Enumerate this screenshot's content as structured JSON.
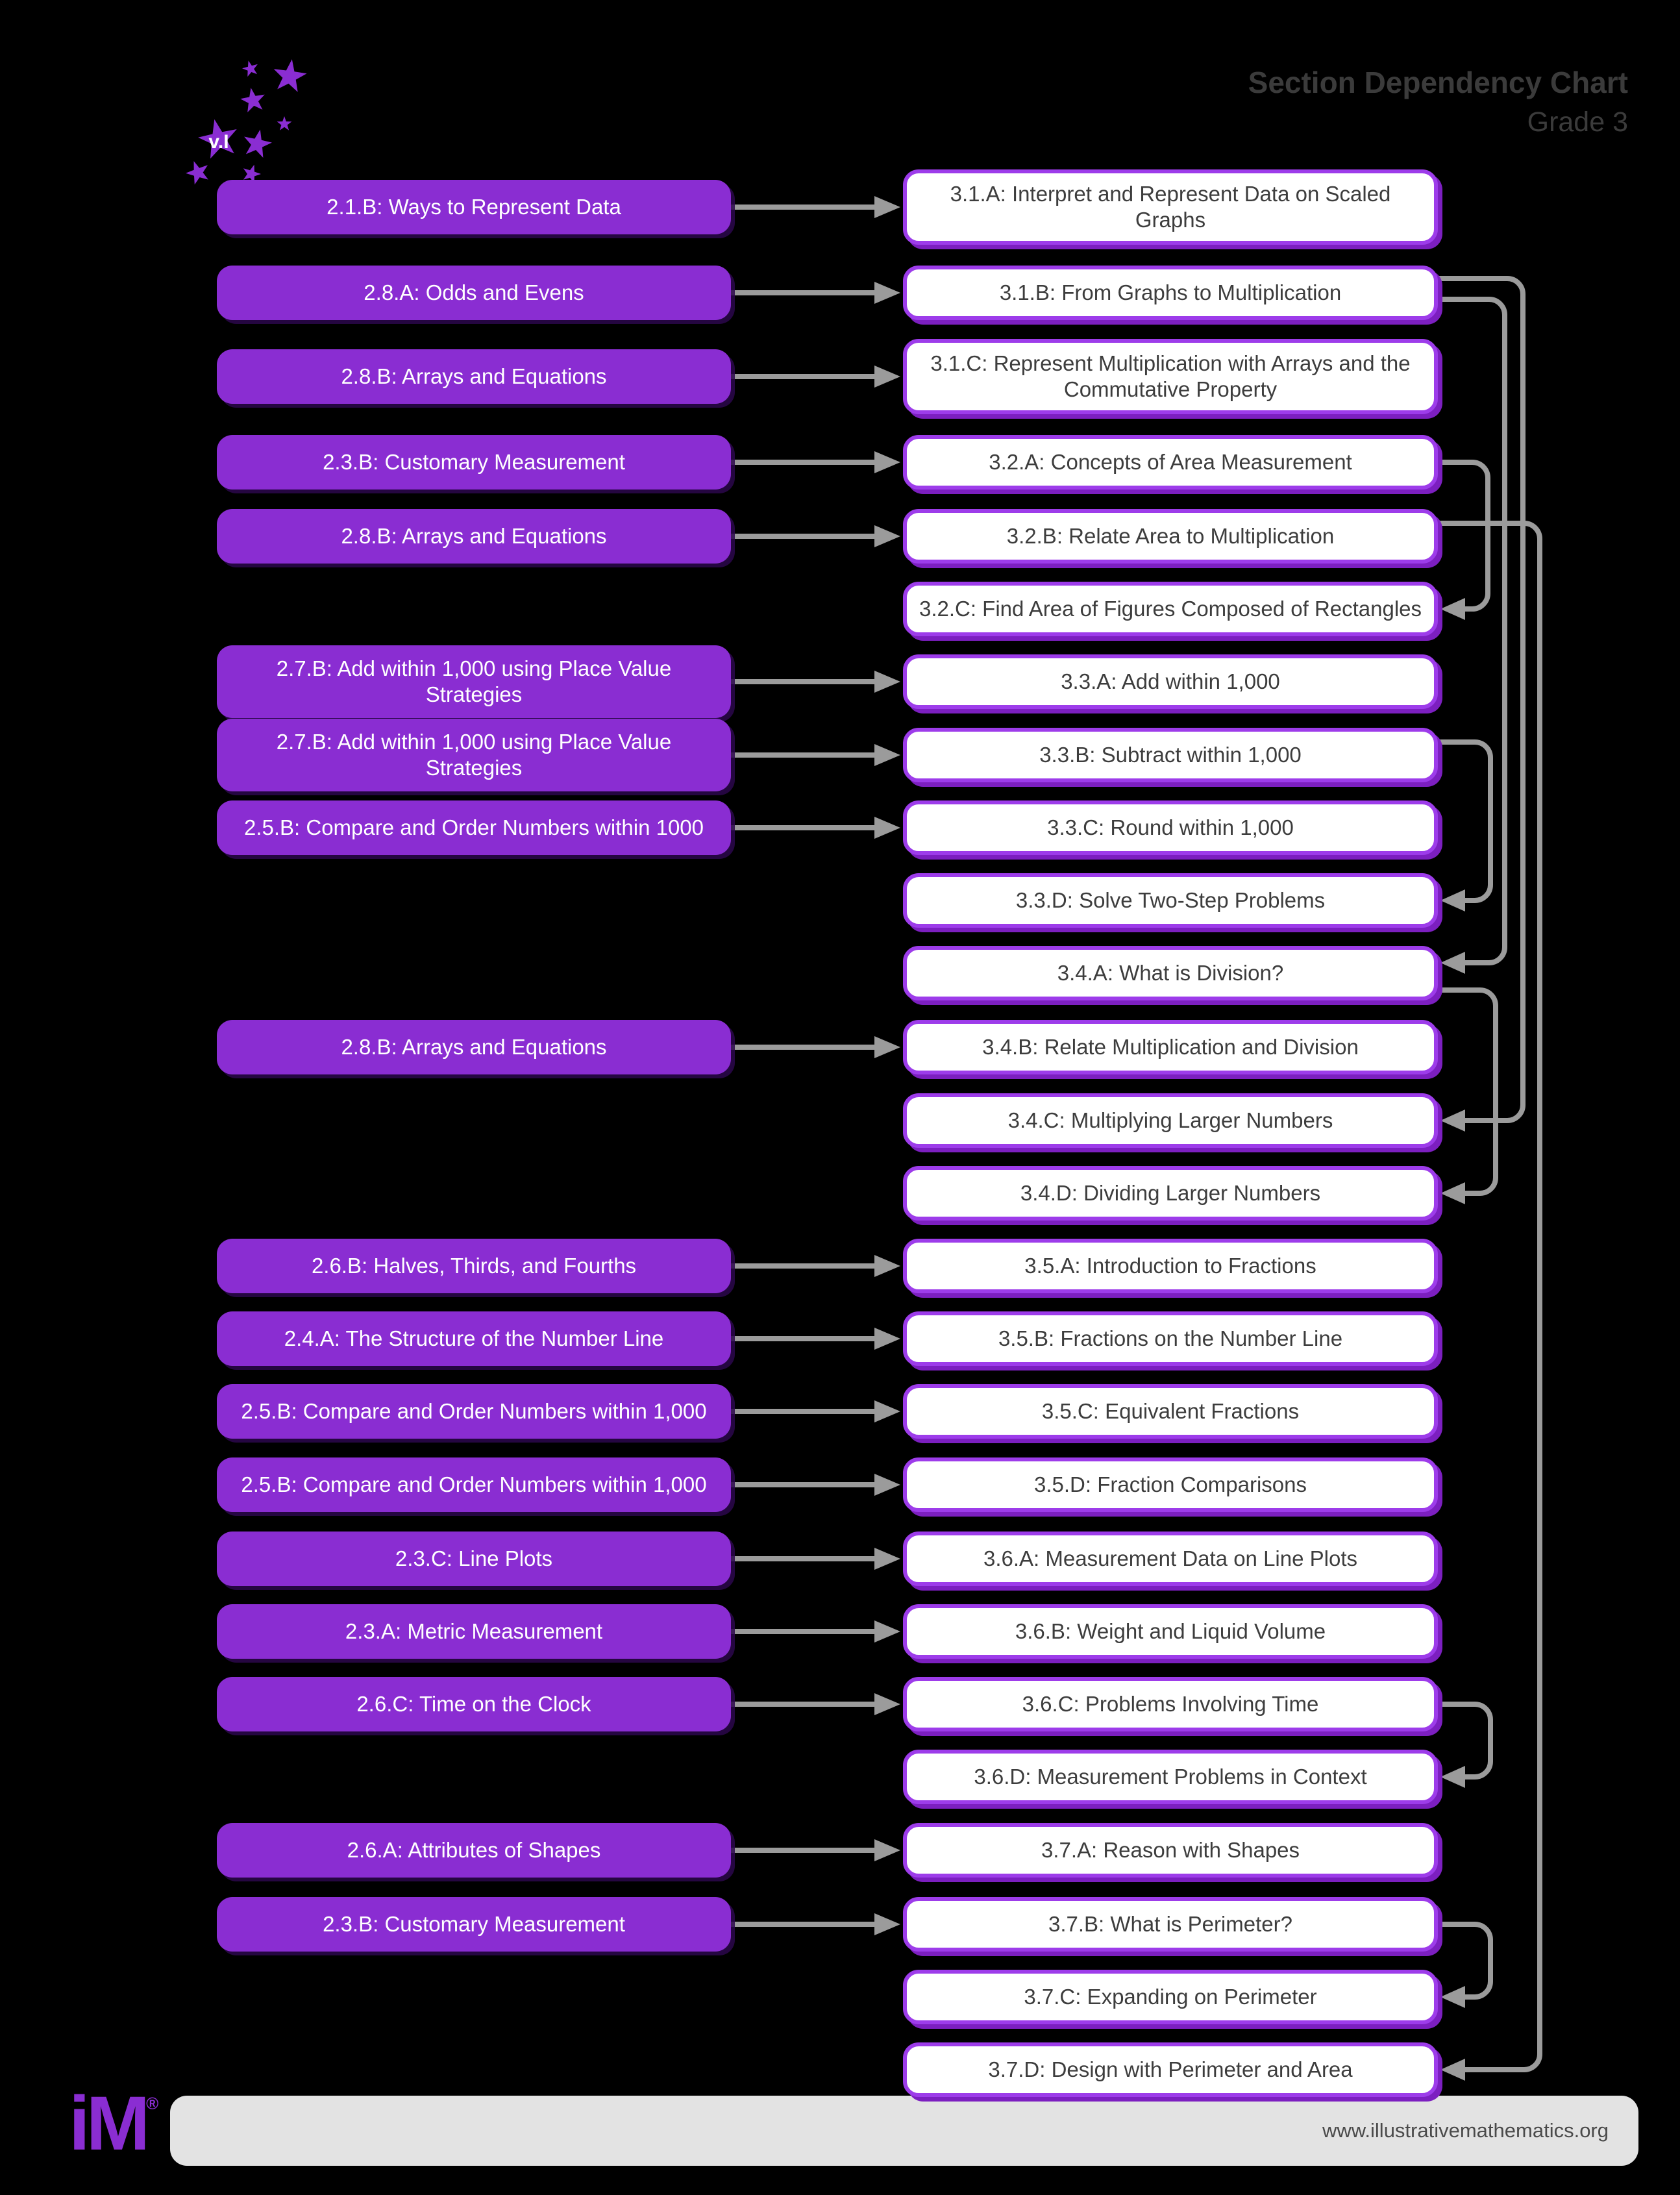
{
  "header": {
    "title": "Section Dependency Chart",
    "subtitle": "Grade 3"
  },
  "logo": {
    "badge_text": "v.I"
  },
  "footer": {
    "logo_text": "iM",
    "registered_mark": "®",
    "url": "www.illustrativemathematics.org"
  },
  "colors": {
    "background": "#000000",
    "grade2_box_fill": "#8a2dd2",
    "grade3_box_border": "#9d3cea",
    "grade3_box_shadow": "#7c1fc0",
    "grade3_box_fill": "#ffffff",
    "connector_gray": "#9b9b9b",
    "title_gray": "#3b3b3b",
    "footer_bar": "#e3e3e3",
    "box_text_dark": "#3d3d3d",
    "box_text_light": "#ffffff"
  },
  "rows": [
    {
      "left": {
        "label": "2.1.B: Ways to Represent Data",
        "tall": false
      },
      "right": {
        "code": "3.1.A",
        "label": "3.1.A: Interpret and Represent Data on Scaled Graphs",
        "tall": true
      }
    },
    {
      "left": {
        "label": "2.8.A: Odds and Evens",
        "tall": false
      },
      "right": {
        "code": "3.1.B",
        "label": "3.1.B: From Graphs to Multiplication",
        "tall": false
      }
    },
    {
      "left": {
        "label": "2.8.B: Arrays and Equations",
        "tall": false
      },
      "right": {
        "code": "3.1.C",
        "label": "3.1.C: Represent Multiplication with Arrays and the Commutative Property",
        "tall": true
      }
    },
    {
      "left": {
        "label": "2.3.B: Customary Measurement",
        "tall": false
      },
      "right": {
        "code": "3.2.A",
        "label": "3.2.A: Concepts of Area Measurement",
        "tall": false
      }
    },
    {
      "left": {
        "label": "2.8.B: Arrays and Equations",
        "tall": false
      },
      "right": {
        "code": "3.2.B",
        "label": "3.2.B: Relate Area to Multiplication",
        "tall": false
      }
    },
    {
      "left": null,
      "right": {
        "code": "3.2.C",
        "label": "3.2.C: Find Area of Figures Composed of Rectangles",
        "tall": false
      }
    },
    {
      "left": {
        "label": "2.7.B: Add within 1,000 using Place Value Strategies",
        "tall": true
      },
      "right": {
        "code": "3.3.A",
        "label": "3.3.A: Add within 1,000",
        "tall": false
      }
    },
    {
      "left": {
        "label": "2.7.B: Add within 1,000 using Place Value Strategies",
        "tall": true
      },
      "right": {
        "code": "3.3.B",
        "label": "3.3.B: Subtract within 1,000",
        "tall": false
      }
    },
    {
      "left": {
        "label": "2.5.B: Compare and Order Numbers within 1000",
        "tall": false
      },
      "right": {
        "code": "3.3.C",
        "label": "3.3.C: Round within 1,000",
        "tall": false
      }
    },
    {
      "left": null,
      "right": {
        "code": "3.3.D",
        "label": "3.3.D: Solve Two-Step Problems",
        "tall": false
      }
    },
    {
      "left": null,
      "right": {
        "code": "3.4.A",
        "label": "3.4.A: What is Division?",
        "tall": false
      }
    },
    {
      "left": {
        "label": "2.8.B: Arrays and Equations",
        "tall": false
      },
      "right": {
        "code": "3.4.B",
        "label": "3.4.B: Relate Multiplication and Division",
        "tall": false
      }
    },
    {
      "left": null,
      "right": {
        "code": "3.4.C",
        "label": "3.4.C: Multiplying Larger Numbers",
        "tall": false
      }
    },
    {
      "left": null,
      "right": {
        "code": "3.4.D",
        "label": "3.4.D: Dividing Larger Numbers",
        "tall": false
      }
    },
    {
      "left": {
        "label": "2.6.B: Halves, Thirds, and Fourths",
        "tall": false
      },
      "right": {
        "code": "3.5.A",
        "label": "3.5.A: Introduction to Fractions",
        "tall": false
      }
    },
    {
      "left": {
        "label": "2.4.A: The Structure of the Number Line",
        "tall": false
      },
      "right": {
        "code": "3.5.B",
        "label": "3.5.B: Fractions on the Number Line",
        "tall": false
      }
    },
    {
      "left": {
        "label": "2.5.B: Compare and Order Numbers within 1,000",
        "tall": false
      },
      "right": {
        "code": "3.5.C",
        "label": "3.5.C: Equivalent Fractions",
        "tall": false
      }
    },
    {
      "left": {
        "label": "2.5.B: Compare and Order Numbers within 1,000",
        "tall": false
      },
      "right": {
        "code": "3.5.D",
        "label": "3.5.D: Fraction Comparisons",
        "tall": false
      }
    },
    {
      "left": {
        "label": "2.3.C: Line Plots",
        "tall": false
      },
      "right": {
        "code": "3.6.A",
        "label": "3.6.A: Measurement Data on Line Plots",
        "tall": false
      }
    },
    {
      "left": {
        "label": "2.3.A: Metric Measurement",
        "tall": false
      },
      "right": {
        "code": "3.6.B",
        "label": "3.6.B: Weight and Liquid Volume",
        "tall": false
      }
    },
    {
      "left": {
        "label": "2.6.C: Time on the Clock",
        "tall": false
      },
      "right": {
        "code": "3.6.C",
        "label": "3.6.C: Problems Involving Time",
        "tall": false
      }
    },
    {
      "left": null,
      "right": {
        "code": "3.6.D",
        "label": "3.6.D: Measurement Problems in Context",
        "tall": false
      }
    },
    {
      "left": {
        "label": "2.6.A: Attributes of Shapes",
        "tall": false
      },
      "right": {
        "code": "3.7.A",
        "label": "3.7.A: Reason with Shapes",
        "tall": false
      }
    },
    {
      "left": {
        "label": "2.3.B: Customary Measurement",
        "tall": false
      },
      "right": {
        "code": "3.7.B",
        "label": "3.7.B: What is Perimeter?",
        "tall": false
      }
    },
    {
      "left": null,
      "right": {
        "code": "3.7.C",
        "label": "3.7.C: Expanding on Perimeter",
        "tall": false
      }
    },
    {
      "left": null,
      "right": {
        "code": "3.7.D",
        "label": "3.7.D: Design with Perimeter and Area",
        "tall": false
      }
    }
  ],
  "dependencies": [
    {
      "from": "3.1.B",
      "to": "3.4.A"
    },
    {
      "from": "3.1.B",
      "to": "3.4.C"
    },
    {
      "from": "3.2.A",
      "to": "3.2.C"
    },
    {
      "from": "3.2.B",
      "to": "3.7.D"
    },
    {
      "from": "3.3.B",
      "to": "3.3.D"
    },
    {
      "from": "3.4.A",
      "to": "3.4.D"
    },
    {
      "from": "3.6.C",
      "to": "3.6.D"
    },
    {
      "from": "3.7.B",
      "to": "3.7.C"
    }
  ]
}
